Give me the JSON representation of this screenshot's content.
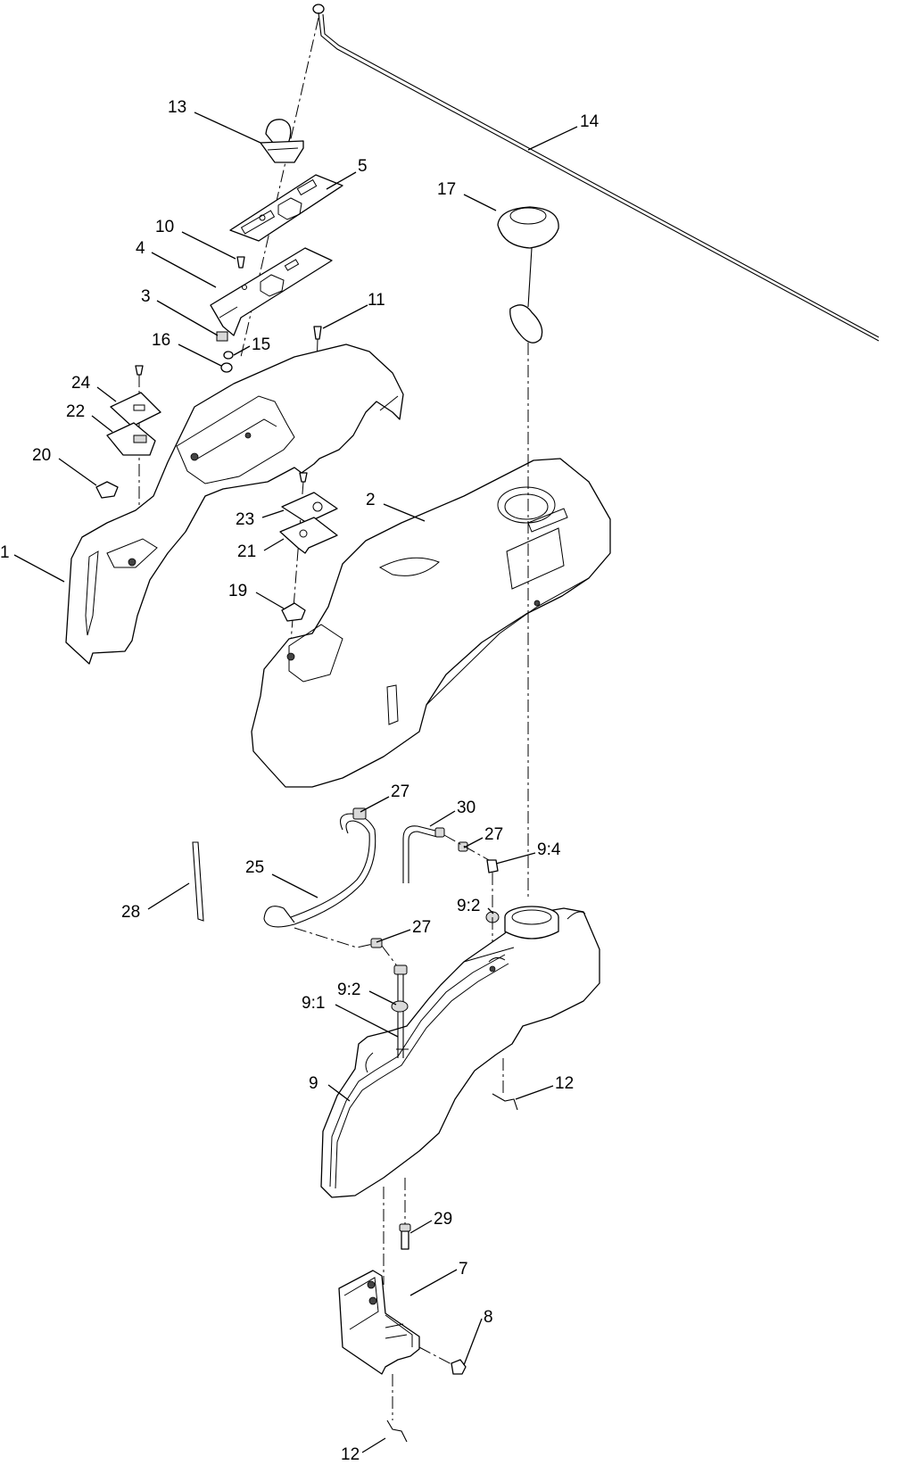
{
  "callouts": {
    "c1": "1",
    "c2": "2",
    "c3": "3",
    "c4": "4",
    "c5": "5",
    "c7": "7",
    "c8": "8",
    "c9": "9",
    "c9_1": "9:1",
    "c9_2a": "9:2",
    "c9_2b": "9:2",
    "c9_4": "9:4",
    "c10": "10",
    "c11": "11",
    "c12a": "12",
    "c12b": "12",
    "c13": "13",
    "c14": "14",
    "c15": "15",
    "c16": "16",
    "c17": "17",
    "c19": "19",
    "c20": "20",
    "c21": "21",
    "c22": "22",
    "c23": "23",
    "c24": "24",
    "c25": "25",
    "c27a": "27",
    "c27b": "27",
    "c27c": "27",
    "c28": "28",
    "c29": "29",
    "c30": "30"
  }
}
